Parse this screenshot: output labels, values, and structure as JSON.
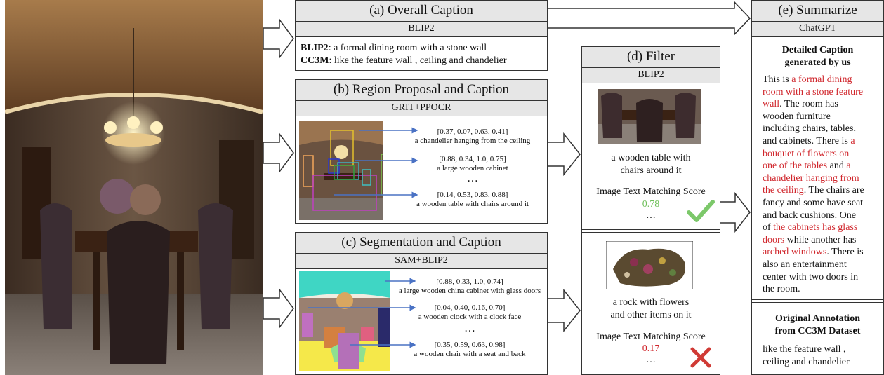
{
  "panel_a": {
    "title": "(a) Overall Caption",
    "model": "BLIP2",
    "line1_label": "BLIP2",
    "line1_text": ": a formal dining room with a stone wall",
    "line2_label": "CC3M",
    "line2_text": ": like the feature wall , ceiling and chandelier"
  },
  "panel_b": {
    "title": "(b) Region Proposal and Caption",
    "model": "GRIT+PPOCR",
    "items": [
      {
        "bbox": "[0.37, 0.07, 0.63, 0.41]",
        "caption": "a chandelier hanging from the ceiling"
      },
      {
        "bbox": "[0.88, 0.34, 1.0, 0.75]",
        "caption": "a large wooden cabinet"
      },
      {
        "bbox": "[0.14, 0.53, 0.83, 0.88]",
        "caption": "a wooden table with chairs around it"
      }
    ],
    "ellipsis": "…"
  },
  "panel_c": {
    "title": "(c) Segmentation and Caption",
    "model": "SAM+BLIP2",
    "items": [
      {
        "bbox": "[0.88, 0.33, 1.0, 0.74]",
        "caption": "a large wooden china cabinet with glass doors"
      },
      {
        "bbox": "[0.04, 0.40, 0.16, 0.70]",
        "caption": "a wooden clock with a clock face"
      },
      {
        "bbox": "[0.35, 0.59, 0.63, 0.98]",
        "caption": "a wooden chair with a seat and back"
      }
    ],
    "ellipsis": "…"
  },
  "panel_d": {
    "title": "(d) Filter",
    "model": "BLIP2",
    "top": {
      "caption_l1": "a wooden table with",
      "caption_l2": "chairs around it",
      "score_label": "Image Text Matching Score",
      "score": "0.78",
      "ellipsis": "…"
    },
    "bottom": {
      "caption_l1": "a rock with flowers",
      "caption_l2": "and other items on it",
      "score_label": "Image Text Matching Score",
      "score": "0.17",
      "ellipsis": "…"
    }
  },
  "panel_e": {
    "title": "(e) Summarize",
    "model": "ChatGPT",
    "detailed_heading_l1": "Detailed Caption",
    "detailed_heading_l2": "generated by us",
    "detailed_lines": [
      [
        {
          "t": "This is ",
          "red": false
        },
        {
          "t": "a formal dining",
          "red": true
        }
      ],
      [
        {
          "t": "room with a stone feature",
          "red": true
        }
      ],
      [
        {
          "t": "wall",
          "red": true
        },
        {
          "t": ". The room has",
          "red": false
        }
      ],
      [
        {
          "t": "wooden furniture",
          "red": false
        }
      ],
      [
        {
          "t": "including chairs, tables,",
          "red": false
        }
      ],
      [
        {
          "t": "and cabinets. There is ",
          "red": false
        },
        {
          "t": "a",
          "red": true
        }
      ],
      [
        {
          "t": "bouquet of flowers on",
          "red": true
        }
      ],
      [
        {
          "t": "one of the tables",
          "red": true
        },
        {
          "t": " and ",
          "red": false
        },
        {
          "t": "a",
          "red": true
        }
      ],
      [
        {
          "t": "chandelier hanging from",
          "red": true
        }
      ],
      [
        {
          "t": "the ceiling",
          "red": true
        },
        {
          "t": ". The chairs are",
          "red": false
        }
      ],
      [
        {
          "t": "fancy and some have seat",
          "red": false
        }
      ],
      [
        {
          "t": "and back cushions. One",
          "red": false
        }
      ],
      [
        {
          "t": "of ",
          "red": false
        },
        {
          "t": "the cabinets has glass",
          "red": true
        }
      ],
      [
        {
          "t": "doors",
          "red": true
        },
        {
          "t": " while another has",
          "red": false
        }
      ],
      [
        {
          "t": "arched windows",
          "red": true
        },
        {
          "t": ". There is",
          "red": false
        }
      ],
      [
        {
          "t": "also an entertainment",
          "red": false
        }
      ],
      [
        {
          "t": "center with two doors in",
          "red": false
        }
      ],
      [
        {
          "t": "the room.",
          "red": false
        }
      ]
    ],
    "original_heading_l1": "Original Annotation",
    "original_heading_l2": "from CC3M Dataset",
    "original_l1": "like the feature wall ,",
    "original_l2": "ceiling and chandelier"
  },
  "colors": {
    "header_bg": "#e6e6e6",
    "red_text": "#d0262c",
    "green_text": "#6fbf5a",
    "arrow_blue": "#4a72c4",
    "check_green": "#7cc86a",
    "cross_red": "#d03a35"
  },
  "icons": {
    "accept": "checkmark-icon",
    "reject": "cross-icon"
  }
}
